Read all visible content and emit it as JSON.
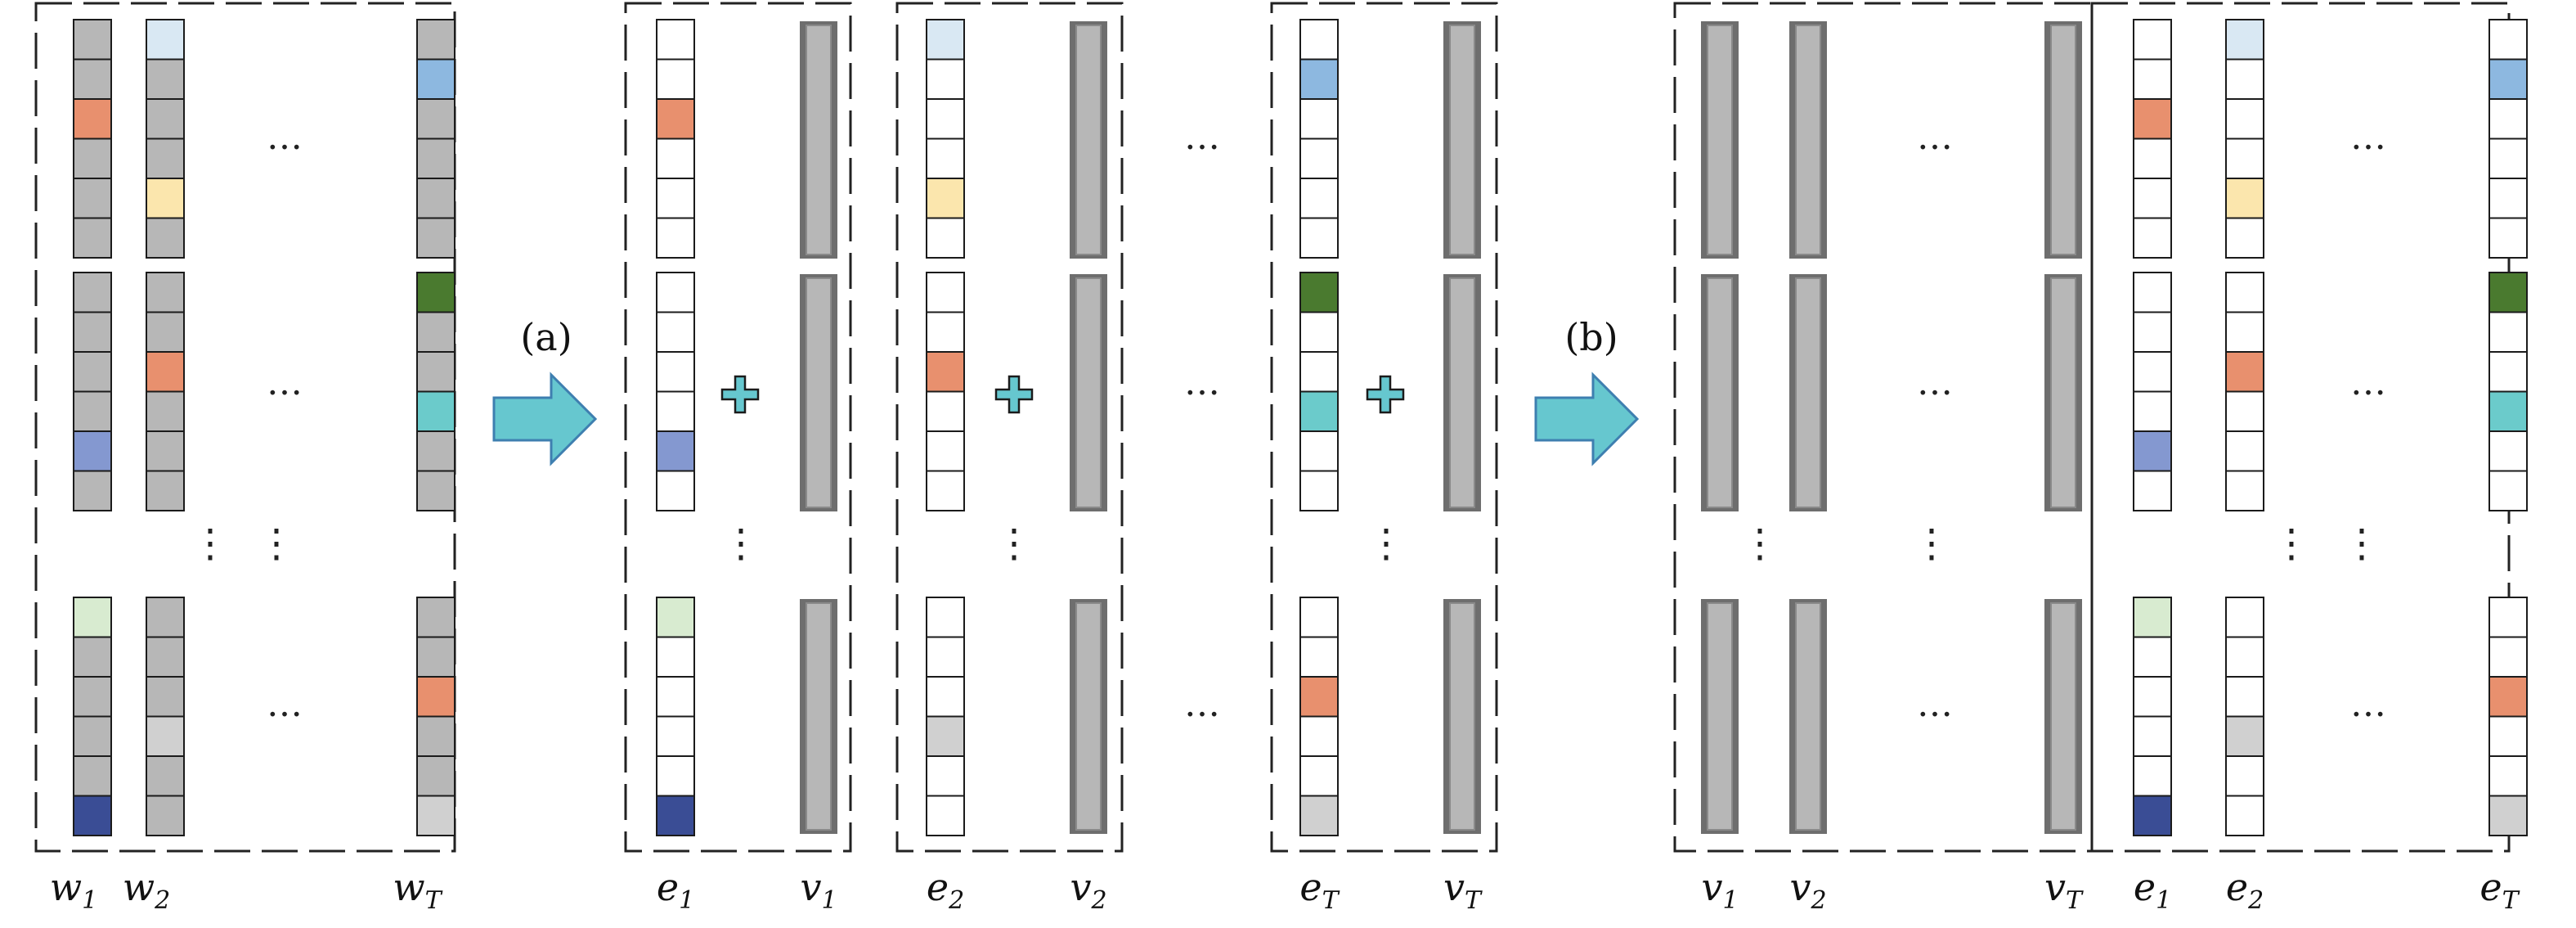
{
  "arrow_labels": {
    "a": "(a)",
    "b": "(b)"
  },
  "ellipsis": "…",
  "vdots": "⋮",
  "plus": "+",
  "colors": {
    "gray": "#b7b7b7",
    "light_gray": "#d0d0d0",
    "white": "#ffffff",
    "orange": "#e8906e",
    "light_blue": "#d9e8f3",
    "mid_blue": "#8db8e0",
    "pale_yellow": "#fbe6ad",
    "dark_green": "#4a7a2f",
    "teal": "#6bcbcb",
    "periwinkle": "#8498d0",
    "pale_green": "#d8ebd0",
    "navy": "#3a4d95",
    "arrow": "#66c7cf",
    "arrow_stroke": "#3e7fb0"
  },
  "panels": [
    {
      "id": "input",
      "columns": [
        {
          "label": {
            "main": "w",
            "sub": "1"
          },
          "top": [
            "gray",
            "gray",
            "orange",
            "gray",
            "gray",
            "gray"
          ],
          "middle": [
            "gray",
            "gray",
            "gray",
            "gray",
            "periwinkle",
            "gray"
          ],
          "bottom": [
            "pale_green",
            "gray",
            "gray",
            "gray",
            "gray",
            "navy"
          ]
        },
        {
          "label": {
            "main": "w",
            "sub": "2"
          },
          "top": [
            "light_blue",
            "gray",
            "gray",
            "gray",
            "pale_yellow",
            "gray"
          ],
          "middle": [
            "gray",
            "gray",
            "orange",
            "gray",
            "gray",
            "gray"
          ],
          "bottom": [
            "gray",
            "gray",
            "gray",
            "light_gray",
            "gray",
            "gray"
          ]
        },
        {
          "label": {
            "main": "w",
            "sub": "T"
          },
          "top": [
            "gray",
            "mid_blue",
            "gray",
            "gray",
            "gray",
            "gray"
          ],
          "middle": [
            "dark_green",
            "gray",
            "gray",
            "teal",
            "gray",
            "gray"
          ],
          "bottom": [
            "gray",
            "gray",
            "orange",
            "gray",
            "gray",
            "light_gray"
          ]
        }
      ]
    },
    {
      "id": "pair-1",
      "columns": [
        {
          "label": {
            "main": "e",
            "sub": "1"
          },
          "top": [
            "white",
            "white",
            "orange",
            "white",
            "white",
            "white"
          ],
          "middle": [
            "white",
            "white",
            "white",
            "white",
            "periwinkle",
            "white"
          ],
          "bottom": [
            "pale_green",
            "white",
            "white",
            "white",
            "white",
            "navy"
          ]
        },
        {
          "label": {
            "main": "v",
            "sub": "1"
          }
        }
      ]
    },
    {
      "id": "pair-2",
      "columns": [
        {
          "label": {
            "main": "e",
            "sub": "2"
          },
          "top": [
            "light_blue",
            "white",
            "white",
            "white",
            "pale_yellow",
            "white"
          ],
          "middle": [
            "white",
            "white",
            "orange",
            "white",
            "white",
            "white"
          ],
          "bottom": [
            "white",
            "white",
            "white",
            "light_gray",
            "white",
            "white"
          ]
        },
        {
          "label": {
            "main": "v",
            "sub": "2"
          }
        }
      ]
    },
    {
      "id": "pair-T",
      "columns": [
        {
          "label": {
            "main": "e",
            "sub": "T"
          },
          "top": [
            "white",
            "mid_blue",
            "white",
            "white",
            "white",
            "white"
          ],
          "middle": [
            "dark_green",
            "white",
            "white",
            "teal",
            "white",
            "white"
          ],
          "bottom": [
            "white",
            "white",
            "orange",
            "white",
            "white",
            "light_gray"
          ]
        },
        {
          "label": {
            "main": "v",
            "sub": "T"
          }
        }
      ]
    },
    {
      "id": "output-v",
      "columns": [
        {
          "label": {
            "main": "v",
            "sub": "1"
          }
        },
        {
          "label": {
            "main": "v",
            "sub": "2"
          }
        },
        {
          "label": {
            "main": "v",
            "sub": "T"
          }
        }
      ]
    },
    {
      "id": "output-e",
      "columns": [
        {
          "label": {
            "main": "e",
            "sub": "1"
          },
          "top": [
            "white",
            "white",
            "orange",
            "white",
            "white",
            "white"
          ],
          "middle": [
            "white",
            "white",
            "white",
            "white",
            "periwinkle",
            "white"
          ],
          "bottom": [
            "pale_green",
            "white",
            "white",
            "white",
            "white",
            "navy"
          ]
        },
        {
          "label": {
            "main": "e",
            "sub": "2"
          },
          "top": [
            "light_blue",
            "white",
            "white",
            "white",
            "pale_yellow",
            "white"
          ],
          "middle": [
            "white",
            "white",
            "orange",
            "white",
            "white",
            "white"
          ],
          "bottom": [
            "white",
            "white",
            "white",
            "light_gray",
            "white",
            "white"
          ]
        },
        {
          "label": {
            "main": "e",
            "sub": "T"
          },
          "top": [
            "white",
            "mid_blue",
            "white",
            "white",
            "white",
            "white"
          ],
          "middle": [
            "dark_green",
            "white",
            "white",
            "teal",
            "white",
            "white"
          ],
          "bottom": [
            "white",
            "white",
            "orange",
            "white",
            "white",
            "light_gray"
          ]
        }
      ]
    }
  ]
}
